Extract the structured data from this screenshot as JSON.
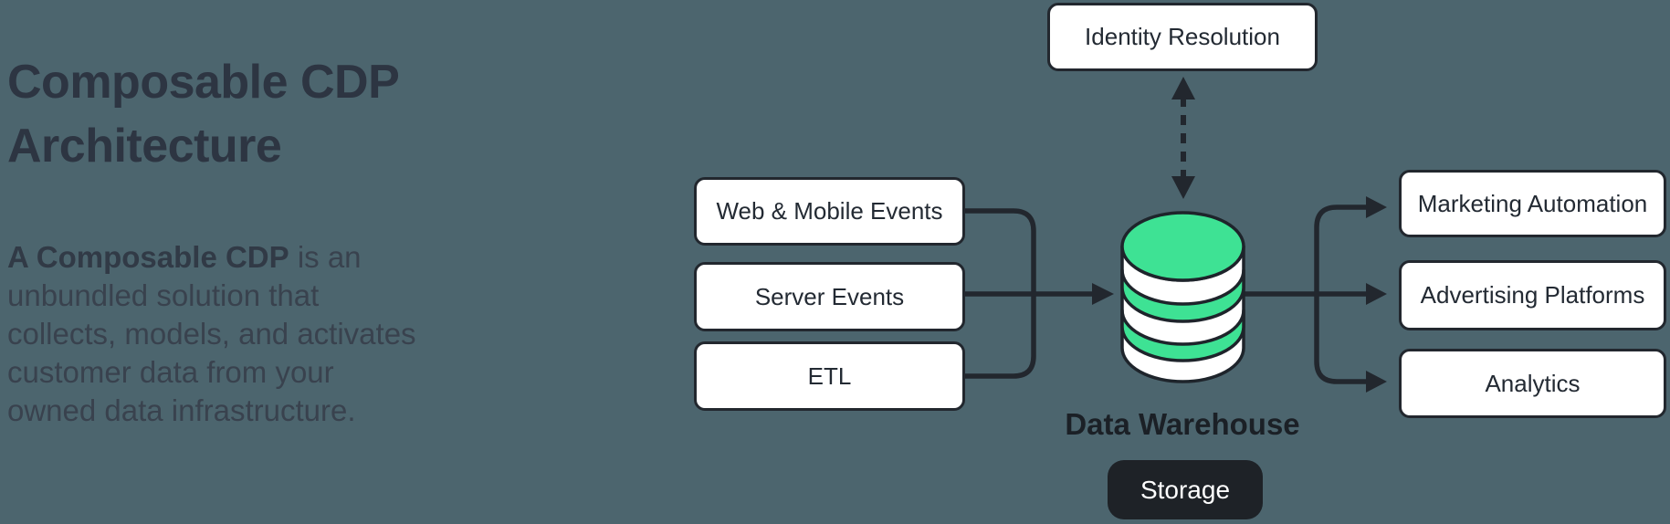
{
  "intro": {
    "heading": "Composable CDP Architecture",
    "description_lead": "A Composable CDP",
    "description_rest": " is an unbundled solution that collects, models, and activates customer data from your owned data infrastructure."
  },
  "diagram": {
    "identity": {
      "label": "Identity Resolution"
    },
    "sources": [
      {
        "label": "Web & Mobile Events"
      },
      {
        "label": "Server Events"
      },
      {
        "label": "ETL"
      }
    ],
    "warehouse": {
      "label": "Data Warehouse",
      "badge": "Storage",
      "icon": "database-icon"
    },
    "destinations": [
      {
        "label": "Marketing Automation"
      },
      {
        "label": "Advertising Platforms"
      },
      {
        "label": "Analytics"
      }
    ]
  },
  "colors": {
    "background": "#4c656e",
    "node_background": "#ffffff",
    "outline_ink": "#22272e",
    "accent_green": "#3ee294",
    "badge_background": "#1e2227",
    "heading_text": "#2d3542",
    "body_text": "#39424e"
  }
}
